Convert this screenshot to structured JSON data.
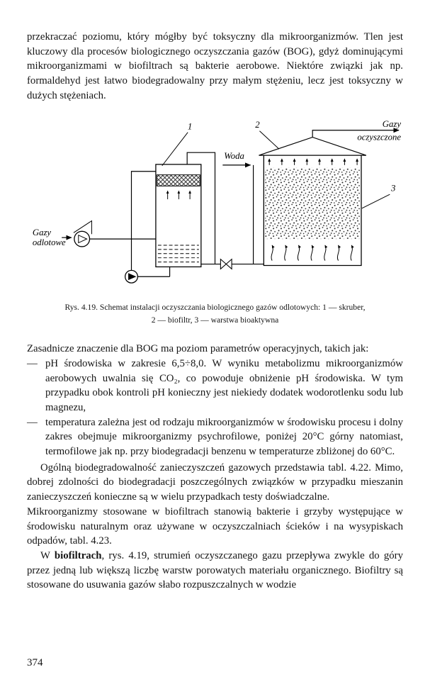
{
  "page": {
    "number": "374"
  },
  "content": {
    "para_top": "przekraczać poziomu, który mógłby być toksyczny dla mikroorganizmów. Tlen jest kluczowy dla procesów biologicznego oczyszczania gazów (BOG), gdyż dominującymi mikroorganizmami w biofiltrach są bakterie aerobowe. Niektóre związki jak np. formaldehyd jest łatwo biodegradowalny przy małym stężeniu, lecz jest toksyczny w dużych stężeniach.",
    "para_bog_intro": "Zasadnicze znaczenie dla BOG ma poziom parametrów operacyjnych, takich jak:",
    "bullets": [
      {
        "dash": "—",
        "text": "pH środowiska w zakresie 6,5÷8,0. W wyniku metabolizmu mikroorganizmów aerobowych uwalnia się CO₂, co powoduje obniżenie pH środowiska. W tym przypadku obok kontroli pH konieczny jest niekiedy dodatek wodorotlenku sodu lub magnezu,"
      },
      {
        "dash": "—",
        "text": "temperatura zależna jest od rodzaju mikroorganizmów w środowisku procesu i dolny zakres obejmuje mikroorganizmy psychrofilowe, poniżej 20°C górny natomiast, termofilowe jak np. przy biodegradacji benzenu w temperaturze zbliżonej do 60°C."
      }
    ],
    "para_ogolna": "Ogólną biodegradowalność zanieczyszczeń gazowych przedstawia tabl. 4.22. Mimo, dobrej zdolności do biodegradacji poszczególnych związków w przypadku mieszanin zanieczyszczeń konieczne są w wielu przypadkach testy doświadczalne.",
    "para_mikro": "Mikroorganizmy stosowane w biofiltrach stanowią bakterie i grzyby występujące w środowisku naturalnym oraz używane w oczyszczalniach ścieków i na wysypiskach odpadów, tabl. 4.23.",
    "para_biofiltry": {
      "prefix": "W ",
      "bold": "biofiltrach",
      "rest": ", rys. 4.19, strumień oczyszczanego gazu przepływa zwykle do góry przez jedną lub większą liczbę warstw porowatych materiału organicznego. Biofiltry są stosowane do usuwania gazów słabo rozpuszczalnych w wodzie"
    }
  },
  "figure": {
    "labels": {
      "n1": "1",
      "n2": "2",
      "n3": "3",
      "woda": "Woda",
      "gazy_odlotowe_1": "Gazy",
      "gazy_odlotowe_2": "odlotowe",
      "gazy_oczyszczone_1": "Gazy",
      "gazy_oczyszczone_2": "oczyszczone"
    },
    "caption_line1": "Rys. 4.19. Schemat instalacji oczyszczania biologicznego gazów odlotowych: 1 — skruber,",
    "caption_line2": "2 — biofiltr, 3 — warstwa bioaktywna"
  }
}
